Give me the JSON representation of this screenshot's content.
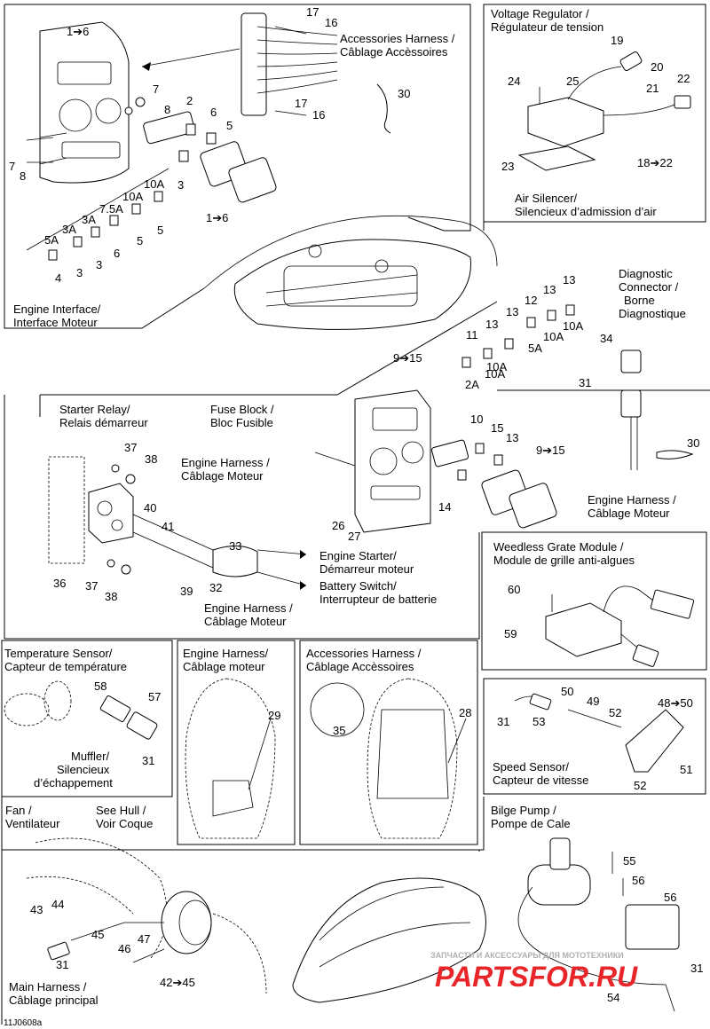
{
  "diagram_id": "11J0608a",
  "watermark": {
    "subtitle": "ЗАПЧАСТИ И АКСЕССУАРЫ ДЛЯ МОТОТЕХНИКИ",
    "brand": "PARTSFOR.RU"
  },
  "sections": {
    "engine_interface": {
      "title_en": "Engine Interface/",
      "title_fr": "Interface Moteur",
      "labels": [
        "1➔6",
        "7",
        "8",
        "7",
        "8",
        "2",
        "6",
        "5",
        "3",
        "1➔6",
        "10A",
        "5",
        "10A",
        "5",
        "7.5A",
        "6",
        "3A",
        "3",
        "3A",
        "3",
        "5A",
        "4",
        "17",
        "16",
        "17",
        "16",
        "30"
      ],
      "accessories_harness_en": "Accessories Harness /",
      "accessories_harness_fr": "Câblage Accèssoires"
    },
    "voltage_regulator": {
      "title_en": "Voltage Regulator /",
      "title_fr": "Régulateur de tension",
      "labels": [
        "19",
        "20",
        "22",
        "21",
        "24",
        "25",
        "23",
        "18➔22"
      ],
      "air_silencer_en": "Air Silencer/",
      "air_silencer_fr": "Silencieux d’admission d’air"
    },
    "diagnostic": {
      "title_en": "Diagnostic",
      "title_en2": "Connector /",
      "title_fr": "Borne",
      "title_fr2": "Diagnostique",
      "labels": [
        "34",
        "31",
        "30"
      ],
      "engine_harness_en": "Engine Harness /",
      "engine_harness_fr": "Câblage Moteur"
    },
    "fuse_block": {
      "title_en": "Fuse Block /",
      "title_fr": "Bloc Fusible",
      "labels": [
        "9➔15",
        "11",
        "2A",
        "13",
        "10A",
        "13",
        "10A",
        "12",
        "5A",
        "13",
        "10A",
        "13",
        "10A",
        "10",
        "15",
        "13",
        "9➔15",
        "14",
        "26",
        "27"
      ]
    },
    "starter_relay": {
      "title_en": "Starter Relay/",
      "title_fr": "Relais démarreur",
      "labels": [
        "37",
        "38",
        "40",
        "41",
        "33",
        "36",
        "37",
        "38",
        "39",
        "32"
      ],
      "engine_harness_en": "Engine Harness /",
      "engine_harness_fr": "Câblage Moteur",
      "engine_starter_en": "Engine Starter/",
      "engine_starter_fr": "Démarreur moteur",
      "battery_switch_en": "Battery Switch/",
      "battery_switch_fr": "Interrupteur de batterie",
      "engine_harness2_en": "Engine Harness /",
      "engine_harness2_fr": "Câblage Moteur"
    },
    "weedless": {
      "title_en": "Weedless Grate Module /",
      "title_fr": "Module de grille anti-algues",
      "labels": [
        "60",
        "59"
      ]
    },
    "temperature": {
      "title_en": "Temperature Sensor/",
      "title_fr": "Capteur de température",
      "labels": [
        "58",
        "57",
        "31"
      ],
      "muffler_en": "Muffler/",
      "muffler_fr1": "Silencieux",
      "muffler_fr2": "d’échappement"
    },
    "engine_harness_box": {
      "title_en": "Engine Harness/",
      "title_fr": "Câblage moteur",
      "labels": [
        "29"
      ]
    },
    "accessories_harness_box": {
      "title_en": "Accessories Harness /",
      "title_fr": "Câblage Accèssoires",
      "labels": [
        "28",
        "35"
      ]
    },
    "speed_sensor": {
      "title_en": "Speed Sensor/",
      "title_fr": "Capteur de vitesse",
      "labels": [
        "50",
        "49",
        "31",
        "53",
        "52",
        "48➔50",
        "51",
        "52"
      ]
    },
    "fan": {
      "title_en": "Fan /",
      "title_fr": "Ventilateur",
      "see_hull_en": "See Hull /",
      "see_hull_fr": "Voir Coque",
      "labels": [
        "43",
        "44",
        "45",
        "46",
        "47",
        "31",
        "42➔45"
      ],
      "main_harness_en": "Main Harness /",
      "main_harness_fr": "Câblage principal"
    },
    "bilge_pump": {
      "title_en": "Bilge Pump /",
      "title_fr": "Pompe de Cale",
      "labels": [
        "55",
        "56",
        "56",
        "31",
        "54"
      ]
    }
  },
  "colors": {
    "line": "#000000",
    "watermark_red": "#e8262a",
    "watermark_gray": "#b0b0b0"
  }
}
